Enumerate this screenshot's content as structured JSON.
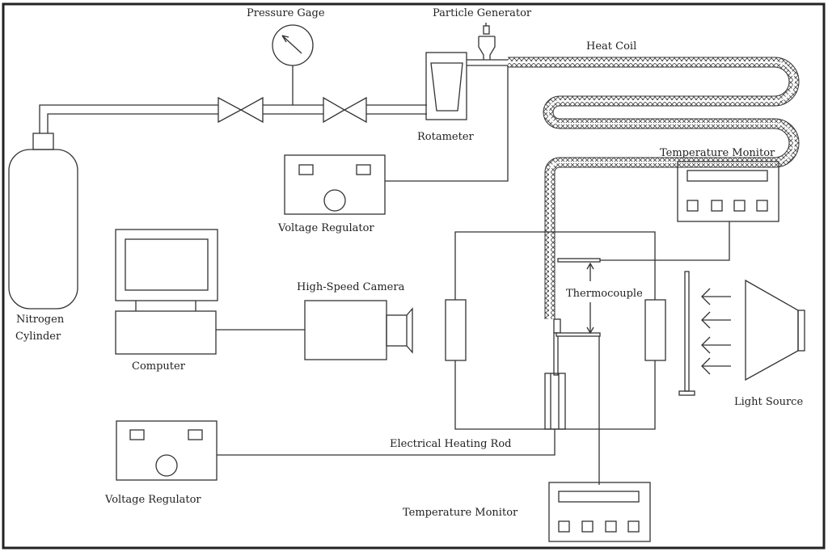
{
  "diagram": {
    "type": "experimental-apparatus-schematic",
    "labels": {
      "pressure_gage": "Pressure Gage",
      "particle_generator": "Particle Generator",
      "heat_coil": "Heat Coil",
      "rotameter": "Rotameter",
      "voltage_regulator_top": "Voltage Regulator",
      "temperature_monitor_top": "Temperature Monitor",
      "nitrogen_cylinder_line1": "Nitrogen",
      "nitrogen_cylinder_line2": "Cylinder",
      "high_speed_camera": "High-Speed Camera",
      "computer": "Computer",
      "thermocouple": "Thermocouple",
      "light_source": "Light Source",
      "electrical_heating_rod": "Electrical Heating Rod",
      "voltage_regulator_bottom": "Voltage Regulator",
      "temperature_monitor_bottom": "Temperature Monitor"
    },
    "components": [
      {
        "id": "nitrogen-cylinder",
        "connects_to": [
          "valve-1"
        ]
      },
      {
        "id": "valve-1",
        "connects_to": [
          "pressure-gage",
          "valve-2"
        ]
      },
      {
        "id": "valve-2",
        "connects_to": [
          "rotameter"
        ]
      },
      {
        "id": "rotameter",
        "connects_to": [
          "particle-generator"
        ]
      },
      {
        "id": "particle-generator",
        "connects_to": [
          "heat-coil"
        ]
      },
      {
        "id": "heat-coil",
        "connects_to": [
          "voltage-regulator-top",
          "test-chamber"
        ]
      },
      {
        "id": "temperature-monitor-top",
        "connects_to": [
          "thermocouple-upper"
        ]
      },
      {
        "id": "computer",
        "connects_to": [
          "high-speed-camera"
        ]
      },
      {
        "id": "electrical-heating-rod",
        "connects_to": [
          "voltage-regulator-bottom"
        ]
      },
      {
        "id": "temperature-monitor-bottom",
        "connects_to": [
          "thermocouple-lower"
        ]
      },
      {
        "id": "light-source",
        "connects_to": [
          "test-chamber"
        ]
      }
    ],
    "colors": {
      "line": "#333333",
      "background": "#ffffff",
      "frame": "#222222"
    }
  }
}
